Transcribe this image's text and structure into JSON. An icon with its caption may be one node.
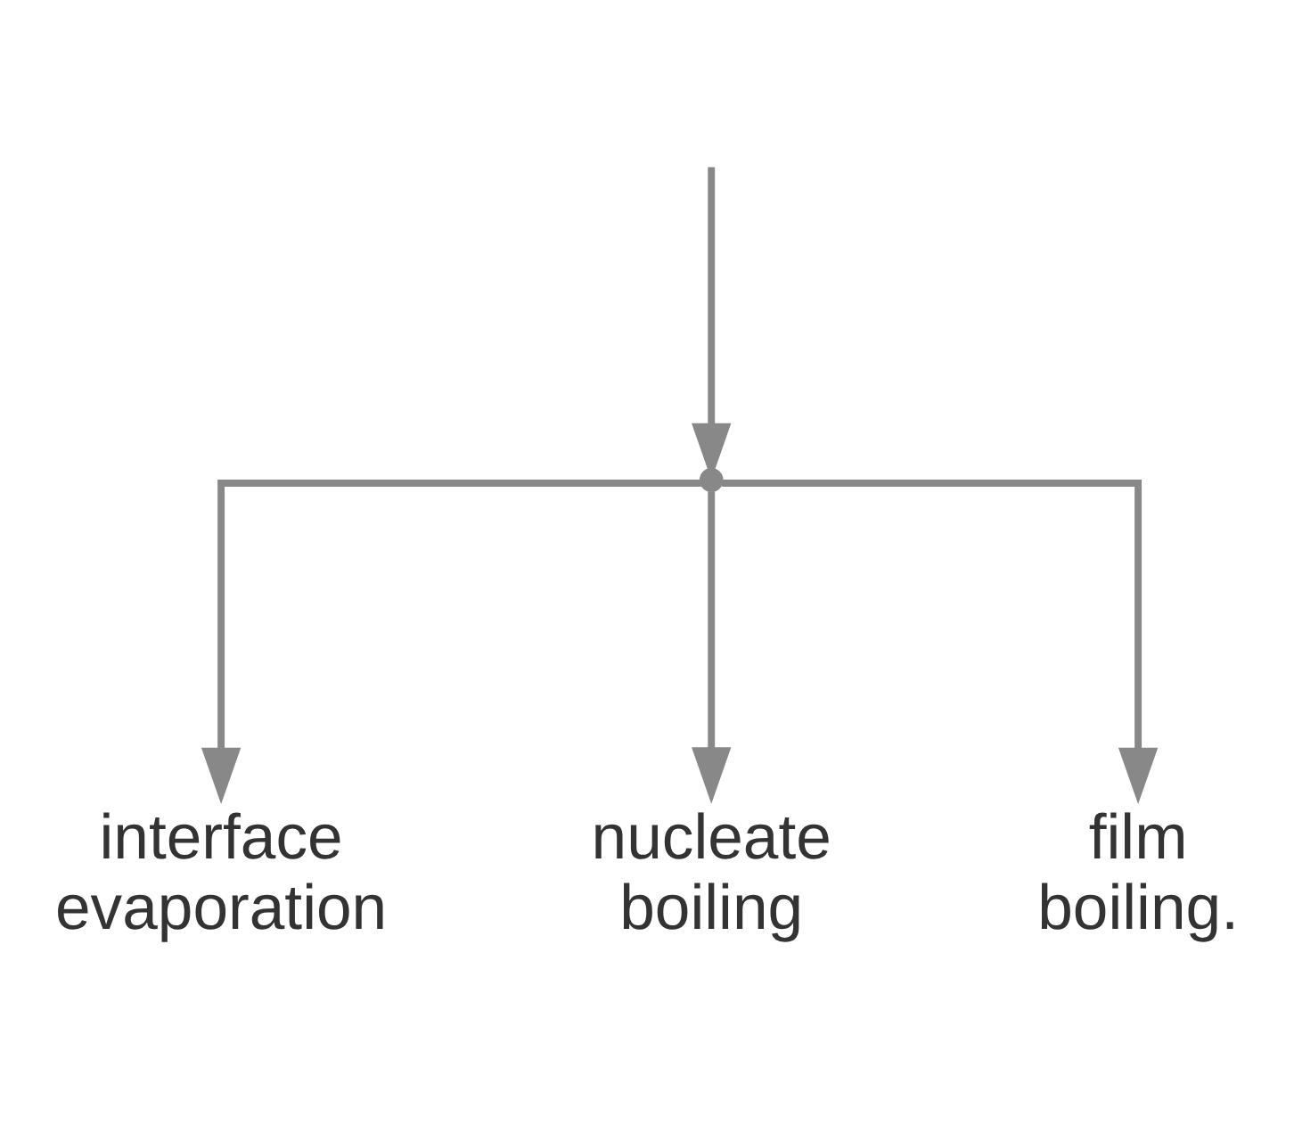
{
  "diagram": {
    "nodes": [
      {
        "text": [],
        "shape": "point"
      },
      {
        "text": [
          "interface evaporation"
        ]
      },
      {
        "text": [
          "nucleate boiling"
        ]
      },
      {
        "text": [
          "film boiling."
        ]
      }
    ],
    "edges": [
      {
        "from": null,
        "to": 0,
        "arrow": "to"
      },
      {
        "from": 0,
        "to": 1,
        "arrow": "to"
      },
      {
        "from": 0,
        "to": 2,
        "arrow": "to"
      },
      {
        "from": 0,
        "to": 3,
        "arrow": "to"
      }
    ]
  }
}
